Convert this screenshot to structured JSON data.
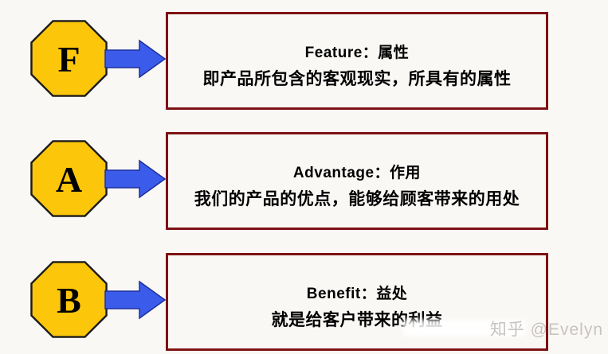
{
  "colors": {
    "background": "#faf8f5",
    "octagon_fill": "#fcc60a",
    "octagon_stroke": "#1c1c1c",
    "arrow_fill": "#3b5bea",
    "arrow_stroke": "#1d2f9c",
    "box_border": "#7d1215",
    "text": "#000000",
    "watermark": "#c7c3c0"
  },
  "diagram": {
    "model_name": "FAB",
    "rows": [
      {
        "letter": "F",
        "title": "Feature：属性",
        "description": "即产品所包含的客观现实，所具有的属性"
      },
      {
        "letter": "A",
        "title": "Advantage：作用",
        "description": "我们的产品的优点，能够给顾客带来的用处"
      },
      {
        "letter": "B",
        "title": "Benefit：益处",
        "description": "就是给客户带来的利益"
      }
    ]
  },
  "watermark": {
    "text": "知乎 @Evelyn"
  }
}
